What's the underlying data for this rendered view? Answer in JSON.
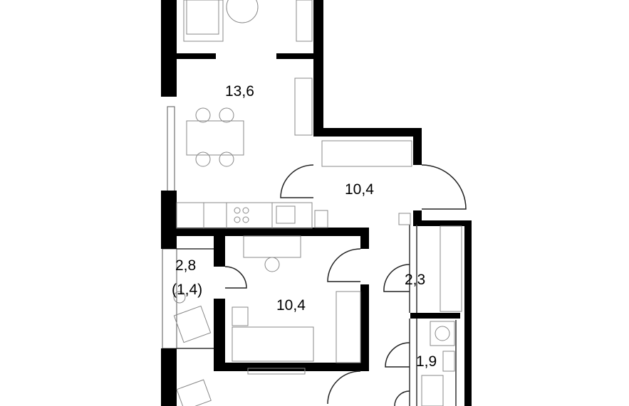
{
  "rooms": [
    {
      "id": "living-kitchen",
      "area": "13,6"
    },
    {
      "id": "hall",
      "area": "10,4"
    },
    {
      "id": "balcony",
      "area": "2,8",
      "sub": "(1,4)"
    },
    {
      "id": "bedroom",
      "area": "10,4"
    },
    {
      "id": "storage",
      "area": "2,3"
    },
    {
      "id": "bathroom",
      "area": "1,9"
    }
  ],
  "colors": {
    "wall": "#000000",
    "line": "#555555",
    "bg": "#ffffff"
  }
}
